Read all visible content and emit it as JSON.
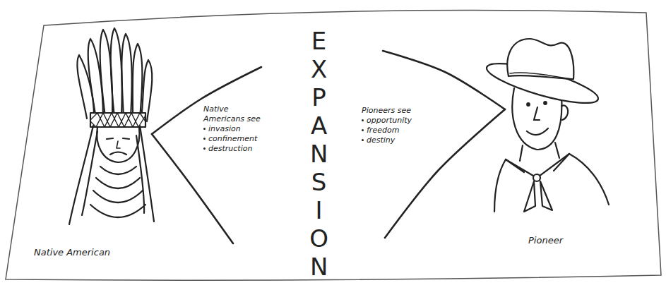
{
  "diagram": {
    "nodes": [
      {
        "text": [
          "Native Americans see",
          "invasion",
          "confinement",
          "destruction"
        ]
      },
      {
        "text": [
          "Pioneers see",
          "opportunity",
          "freedom",
          "destiny"
        ]
      }
    ],
    "labels": [
      "EXPANSION",
      "Native American",
      "Pioneer"
    ]
  }
}
